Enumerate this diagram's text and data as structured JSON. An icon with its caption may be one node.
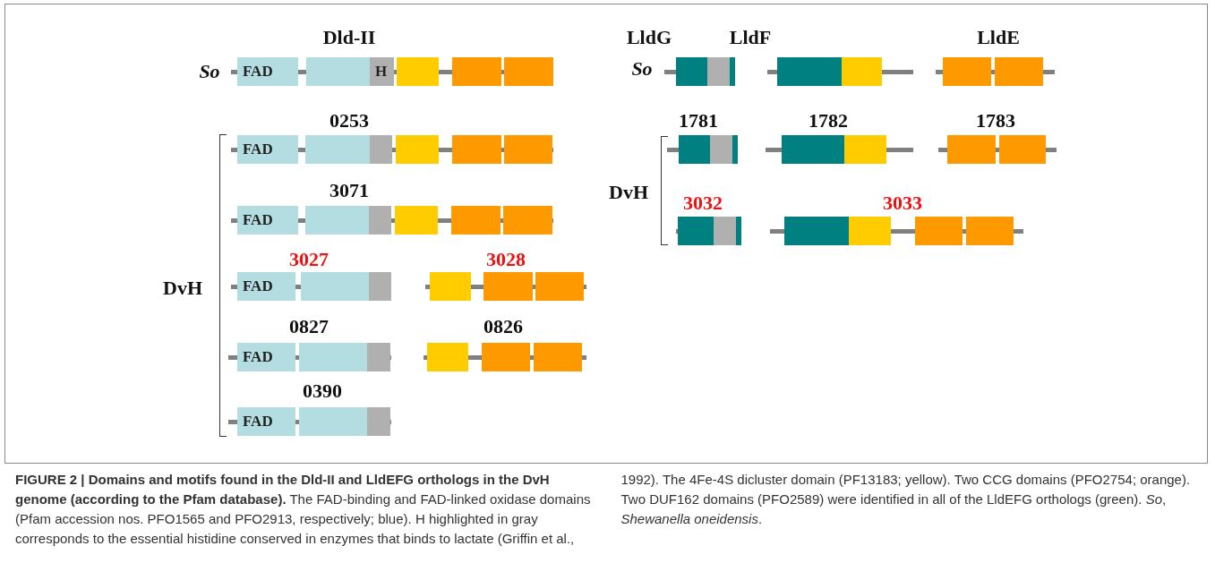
{
  "diagram": {
    "caption": "**FIGURE 2 | Domains and motifs found in the Dld-II and LldEFG orthologs in the DvH genome (according to the Pfam database).** The FAD-binding and FAD-linked oxidase domains (Pfam accession nos. PFO1565 and PFO2913, respectively; blue). H highlighted in gray corresponds to the essential histidine conserved in enzymes that binds to lactate (Griffin et al., 1992). The 4Fe-4S dicluster domain (PF13183; yellow). Two CCG domains (PFO2754; orange). Two DUF162 domains (PFO2589) were identified in all of the LldEFG orthologs (green). *So*, *Shewanella oneidensis*.",
    "nodes": [
      {
        "text": [
          "FAD"
        ]
      },
      {
        "text": [],
        "shape": "box"
      },
      {
        "text": [
          "H"
        ]
      },
      {
        "text": [],
        "shape": "box"
      },
      {
        "text": [],
        "shape": "box"
      },
      {
        "text": [],
        "shape": "box"
      },
      {
        "text": [],
        "shape": "box"
      },
      {
        "text": [],
        "shape": "box"
      },
      {
        "text": [],
        "shape": "box"
      },
      {
        "text": [],
        "shape": "box"
      },
      {
        "text": [],
        "shape": "box"
      },
      {
        "text": [],
        "shape": "box"
      },
      {
        "text": [],
        "shape": "box"
      },
      {
        "text": [
          "FAD"
        ]
      },
      {
        "text": [],
        "shape": "box"
      },
      {
        "text": [],
        "shape": "box"
      },
      {
        "text": [],
        "shape": "box"
      },
      {
        "text": [],
        "shape": "box"
      },
      {
        "text": [],
        "shape": "box"
      },
      {
        "text": [],
        "shape": "box"
      },
      {
        "text": [],
        "shape": "box"
      },
      {
        "text": [],
        "shape": "box"
      },
      {
        "text": [],
        "shape": "box"
      },
      {
        "text": [],
        "shape": "box"
      },
      {
        "text": [],
        "shape": "box"
      },
      {
        "text": [],
        "shape": "box"
      },
      {
        "text": [
          "FAD"
        ]
      },
      {
        "text": [],
        "shape": "box"
      },
      {
        "text": [],
        "shape": "box"
      },
      {
        "text": [],
        "shape": "box"
      },
      {
        "text": [],
        "shape": "box"
      },
      {
        "text": [],
        "shape": "box"
      },
      {
        "text": [],
        "shape": "box"
      },
      {
        "text": [],
        "shape": "box"
      },
      {
        "text": [],
        "shape": "box"
      },
      {
        "text": [],
        "shape": "box"
      },
      {
        "text": [],
        "shape": "box"
      },
      {
        "text": [],
        "shape": "box"
      },
      {
        "text": [],
        "shape": "box"
      },
      {
        "text": [
          "FAD"
        ]
      },
      {
        "text": [],
        "shape": "box"
      },
      {
        "text": [],
        "shape": "box"
      },
      {
        "text": [],
        "shape": "box"
      },
      {
        "text": [],
        "shape": "box"
      },
      {
        "text": [],
        "shape": "box"
      },
      {
        "text": [
          "FAD"
        ]
      },
      {
        "text": [],
        "shape": "box"
      },
      {
        "text": [],
        "shape": "box"
      },
      {
        "text": [],
        "shape": "box"
      },
      {
        "text": [],
        "shape": "box"
      },
      {
        "text": [],
        "shape": "box"
      },
      {
        "text": [
          "FAD"
        ]
      },
      {
        "text": [],
        "shape": "box"
      },
      {
        "text": [],
        "shape": "box"
      }
    ],
    "labels": [
      "Dld-II",
      "LldG",
      "LldF",
      "LldE",
      "*So*",
      "*So*",
      "0253",
      "1781",
      "1782",
      "1783",
      "3071",
      "DvH",
      "3032",
      "3033",
      "3027",
      "3028",
      "DvH",
      "0827",
      "0826",
      "0390"
    ]
  }
}
